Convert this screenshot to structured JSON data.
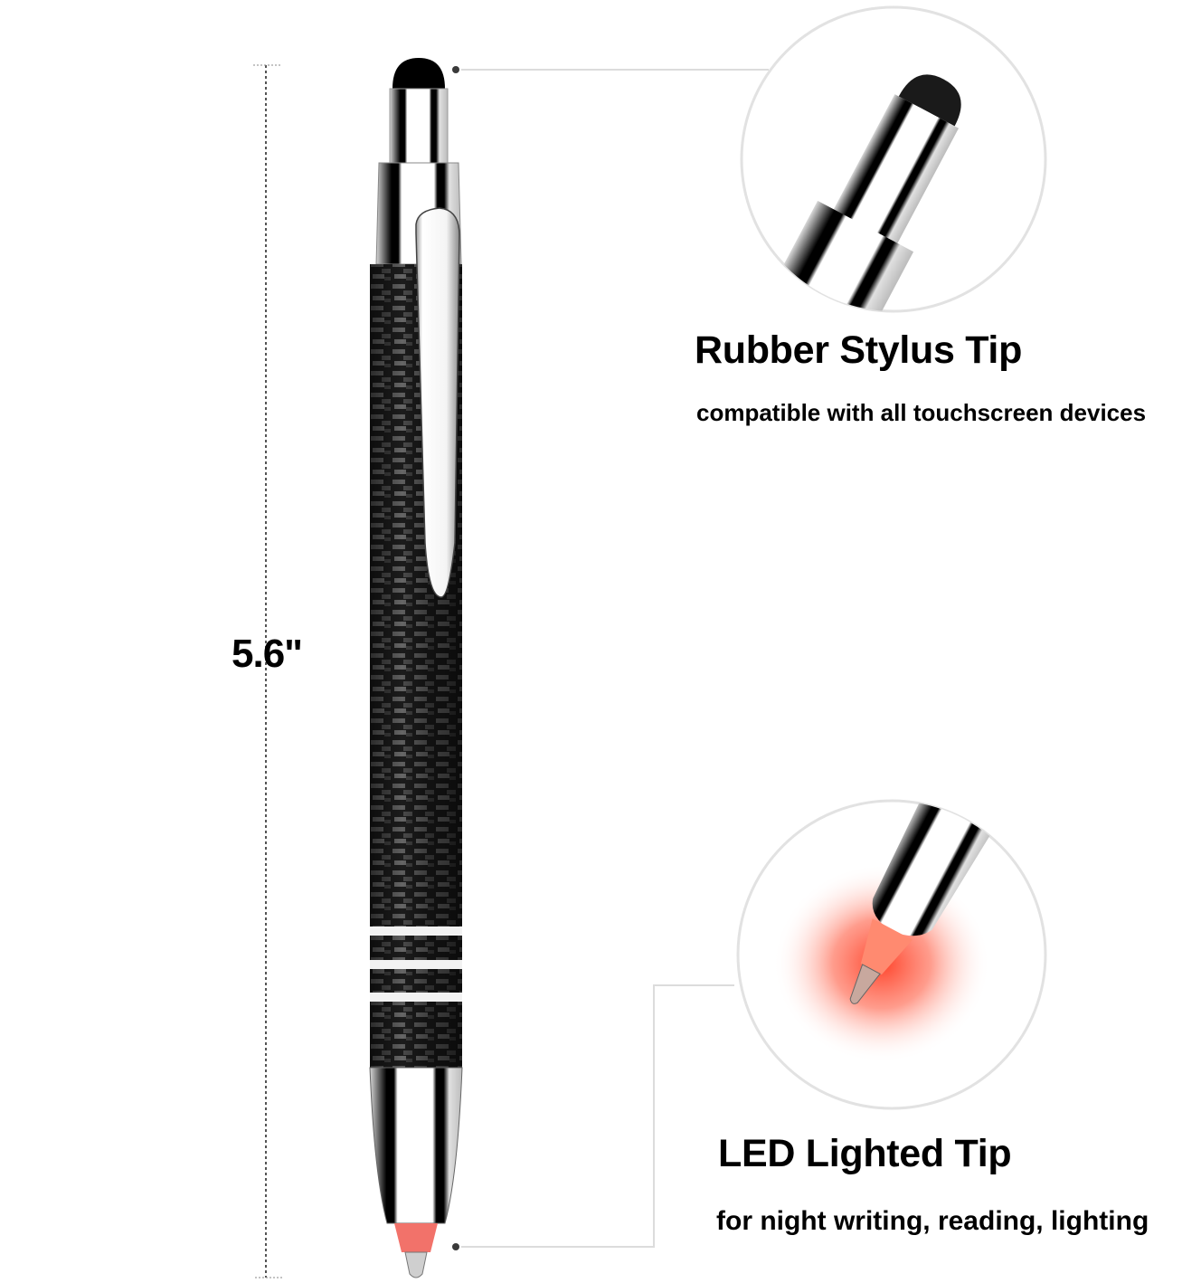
{
  "dimension": {
    "label": "5.6\""
  },
  "features": [
    {
      "title": "Rubber Stylus Tip",
      "subtitle": "compatible with all touchscreen devices",
      "icon": "stylus-tip-closeup"
    },
    {
      "title": "LED Lighted Tip",
      "subtitle": "for night writing, reading, lighting",
      "icon": "led-tip-closeup"
    }
  ],
  "colors": {
    "background": "#ffffff",
    "text": "#000000",
    "callout_line": "#dcdcdc",
    "callout_dot": "#3a3a3a",
    "led_glow": "#ff4a30",
    "led_tip": "#f2726a",
    "carbon_dark": "#1c1c1c",
    "carbon_light": "#6a6a6a",
    "chrome": "#e8e8e8"
  }
}
